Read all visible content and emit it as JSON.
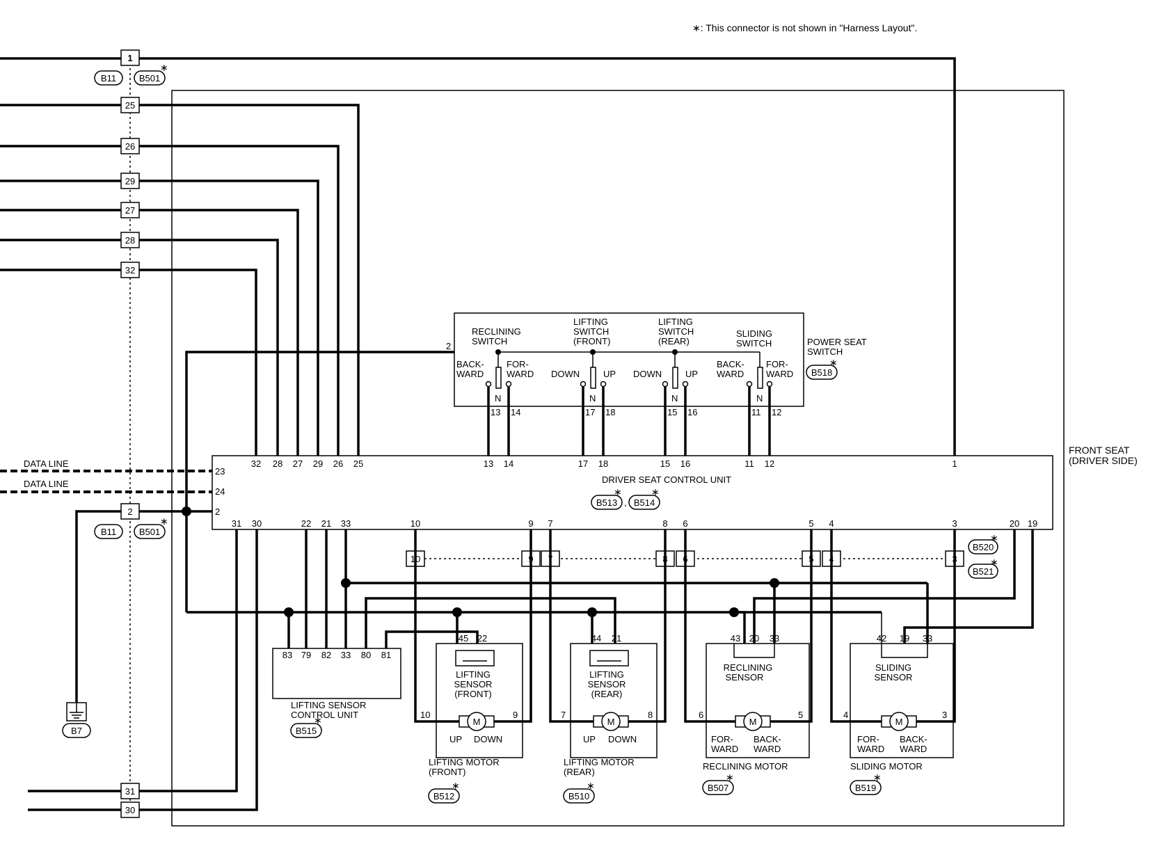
{
  "note": "∗: This connector is not shown in \"Harness Layout\".",
  "connector_labels": {
    "b11": "B11",
    "b501": "B501",
    "b518": "B518",
    "b513": "B513",
    "b514": "B514",
    "b520": "B520",
    "b521": "B521",
    "b515": "B515",
    "b7": "B7",
    "b512": "B512",
    "b510": "B510",
    "b507": "B507",
    "b519": "B519"
  },
  "star": "∗",
  "inline_pins_top": [
    "1",
    "25",
    "26",
    "29",
    "27",
    "28",
    "32"
  ],
  "inline_pins_mid": [
    "2"
  ],
  "inline_pins_bottom": [
    "31",
    "30"
  ],
  "data_line": "DATA LINE",
  "front_seat": [
    "FRONT SEAT",
    "(DRIVER SIDE)"
  ],
  "power_seat_switch": {
    "title": [
      "POWER SEAT",
      "SWITCH"
    ],
    "pin2": "2",
    "reclining": {
      "title": [
        "RECLINING",
        "SWITCH"
      ],
      "left": [
        "BACK-",
        "WARD"
      ],
      "right": [
        "FOR-",
        "WARD"
      ],
      "n": "N",
      "pins": [
        "13",
        "14"
      ]
    },
    "lifting_front": {
      "title": [
        "LIFTING",
        "SWITCH",
        "(FRONT)"
      ],
      "left": "DOWN",
      "right": "UP",
      "n": "N",
      "pins": [
        "17",
        "18"
      ]
    },
    "lifting_rear": {
      "title": [
        "LIFTING",
        "SWITCH",
        "(REAR)"
      ],
      "left": "DOWN",
      "right": "UP",
      "n": "N",
      "pins": [
        "15",
        "16"
      ]
    },
    "sliding": {
      "title": [
        "SLIDING",
        "SWITCH"
      ],
      "left": [
        "BACK-",
        "WARD"
      ],
      "right": [
        "FOR-",
        "WARD"
      ],
      "n": "N",
      "pins": [
        "11",
        "12"
      ]
    }
  },
  "dscu": {
    "title": "DRIVER SEAT CONTROL UNIT",
    "top_pins": [
      "32",
      "28",
      "27",
      "29",
      "26",
      "25",
      "13",
      "14",
      "17",
      "18",
      "15",
      "16",
      "11",
      "12",
      "1"
    ],
    "left_pins": [
      "23",
      "24",
      "2"
    ],
    "bottom_pins": [
      "31",
      "30",
      "22",
      "21",
      "33",
      "10",
      "9",
      "7",
      "8",
      "6",
      "5",
      "4",
      "3",
      "20",
      "19"
    ]
  },
  "mid_connector_pins": [
    "10",
    "9",
    "7",
    "8",
    "6",
    "5",
    "4",
    "3"
  ],
  "lscu": {
    "title": [
      "LIFTING SENSOR",
      "CONTROL UNIT"
    ],
    "pins": [
      "83",
      "79",
      "82",
      "33",
      "80",
      "81"
    ]
  },
  "motors": [
    {
      "sensor": [
        "LIFTING",
        "SENSOR",
        "(FRONT)"
      ],
      "sensor_pins": [
        "45",
        "22"
      ],
      "motor_pins": [
        "10",
        "9"
      ],
      "dirs": [
        "UP",
        "DOWN"
      ],
      "title": [
        "LIFTING MOTOR",
        "(FRONT)"
      ]
    },
    {
      "sensor": [
        "LIFTING",
        "SENSOR",
        "(REAR)"
      ],
      "sensor_pins": [
        "44",
        "21"
      ],
      "motor_pins": [
        "7",
        "8"
      ],
      "dirs": [
        "UP",
        "DOWN"
      ],
      "title": [
        "LIFTING MOTOR",
        "(REAR)"
      ]
    },
    {
      "sensor": [
        "RECLINING",
        "SENSOR"
      ],
      "sensor_pins": [
        "43",
        "20",
        "33"
      ],
      "motor_pins": [
        "6",
        "5"
      ],
      "dirs": [
        [
          "FOR-",
          "WARD"
        ],
        [
          "BACK-",
          "WARD"
        ]
      ],
      "title": [
        "RECLINING MOTOR"
      ]
    },
    {
      "sensor": [
        "SLIDING",
        "SENSOR"
      ],
      "sensor_pins": [
        "42",
        "19",
        "33"
      ],
      "motor_pins": [
        "4",
        "3"
      ],
      "dirs": [
        [
          "FOR-",
          "WARD"
        ],
        [
          "BACK-",
          "WARD"
        ]
      ],
      "title": [
        "SLIDING MOTOR"
      ]
    }
  ],
  "motor_symbol": "M"
}
